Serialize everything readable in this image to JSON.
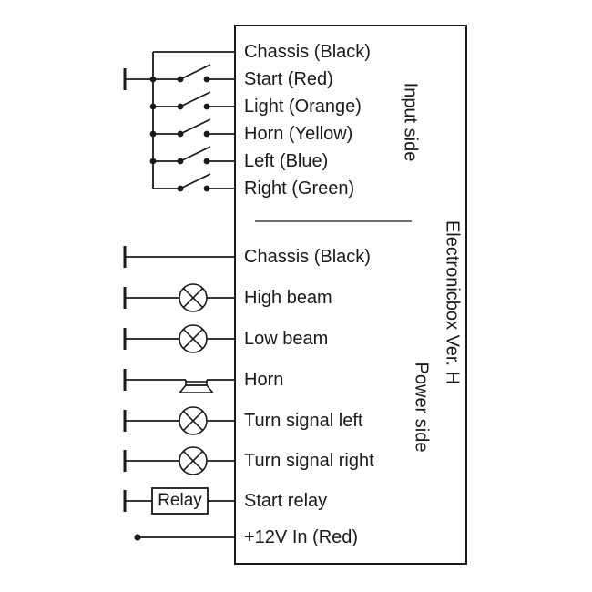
{
  "box": {
    "label": "Electronicbox Ver. H"
  },
  "input_side": {
    "section_label": "Input side",
    "pins": [
      {
        "label": "Chassis (Black)",
        "symbol": "wire"
      },
      {
        "label": "Start (Red)",
        "symbol": "switch-icon"
      },
      {
        "label": "Light (Orange)",
        "symbol": "switch-icon"
      },
      {
        "label": "Horn (Yellow)",
        "symbol": "switch-icon"
      },
      {
        "label": "Left (Blue)",
        "symbol": "switch-icon"
      },
      {
        "label": "Right (Green)",
        "symbol": "switch-icon"
      }
    ]
  },
  "power_side": {
    "section_label": "Power side",
    "pins": [
      {
        "label": "Chassis (Black)",
        "symbol": "terminal"
      },
      {
        "label": "High beam",
        "symbol": "lamp-icon"
      },
      {
        "label": "Low beam",
        "symbol": "lamp-icon"
      },
      {
        "label": "Horn",
        "symbol": "horn-icon"
      },
      {
        "label": "Turn signal left",
        "symbol": "lamp-icon"
      },
      {
        "label": "Turn signal right",
        "symbol": "lamp-icon"
      },
      {
        "label": "Start relay",
        "symbol": "relay-box"
      },
      {
        "label": "+12V In (Red)",
        "symbol": "junction-dot"
      }
    ]
  },
  "relay": {
    "label": "Relay"
  },
  "colors": {
    "line": "#1a1a1a",
    "background": "#ffffff"
  }
}
